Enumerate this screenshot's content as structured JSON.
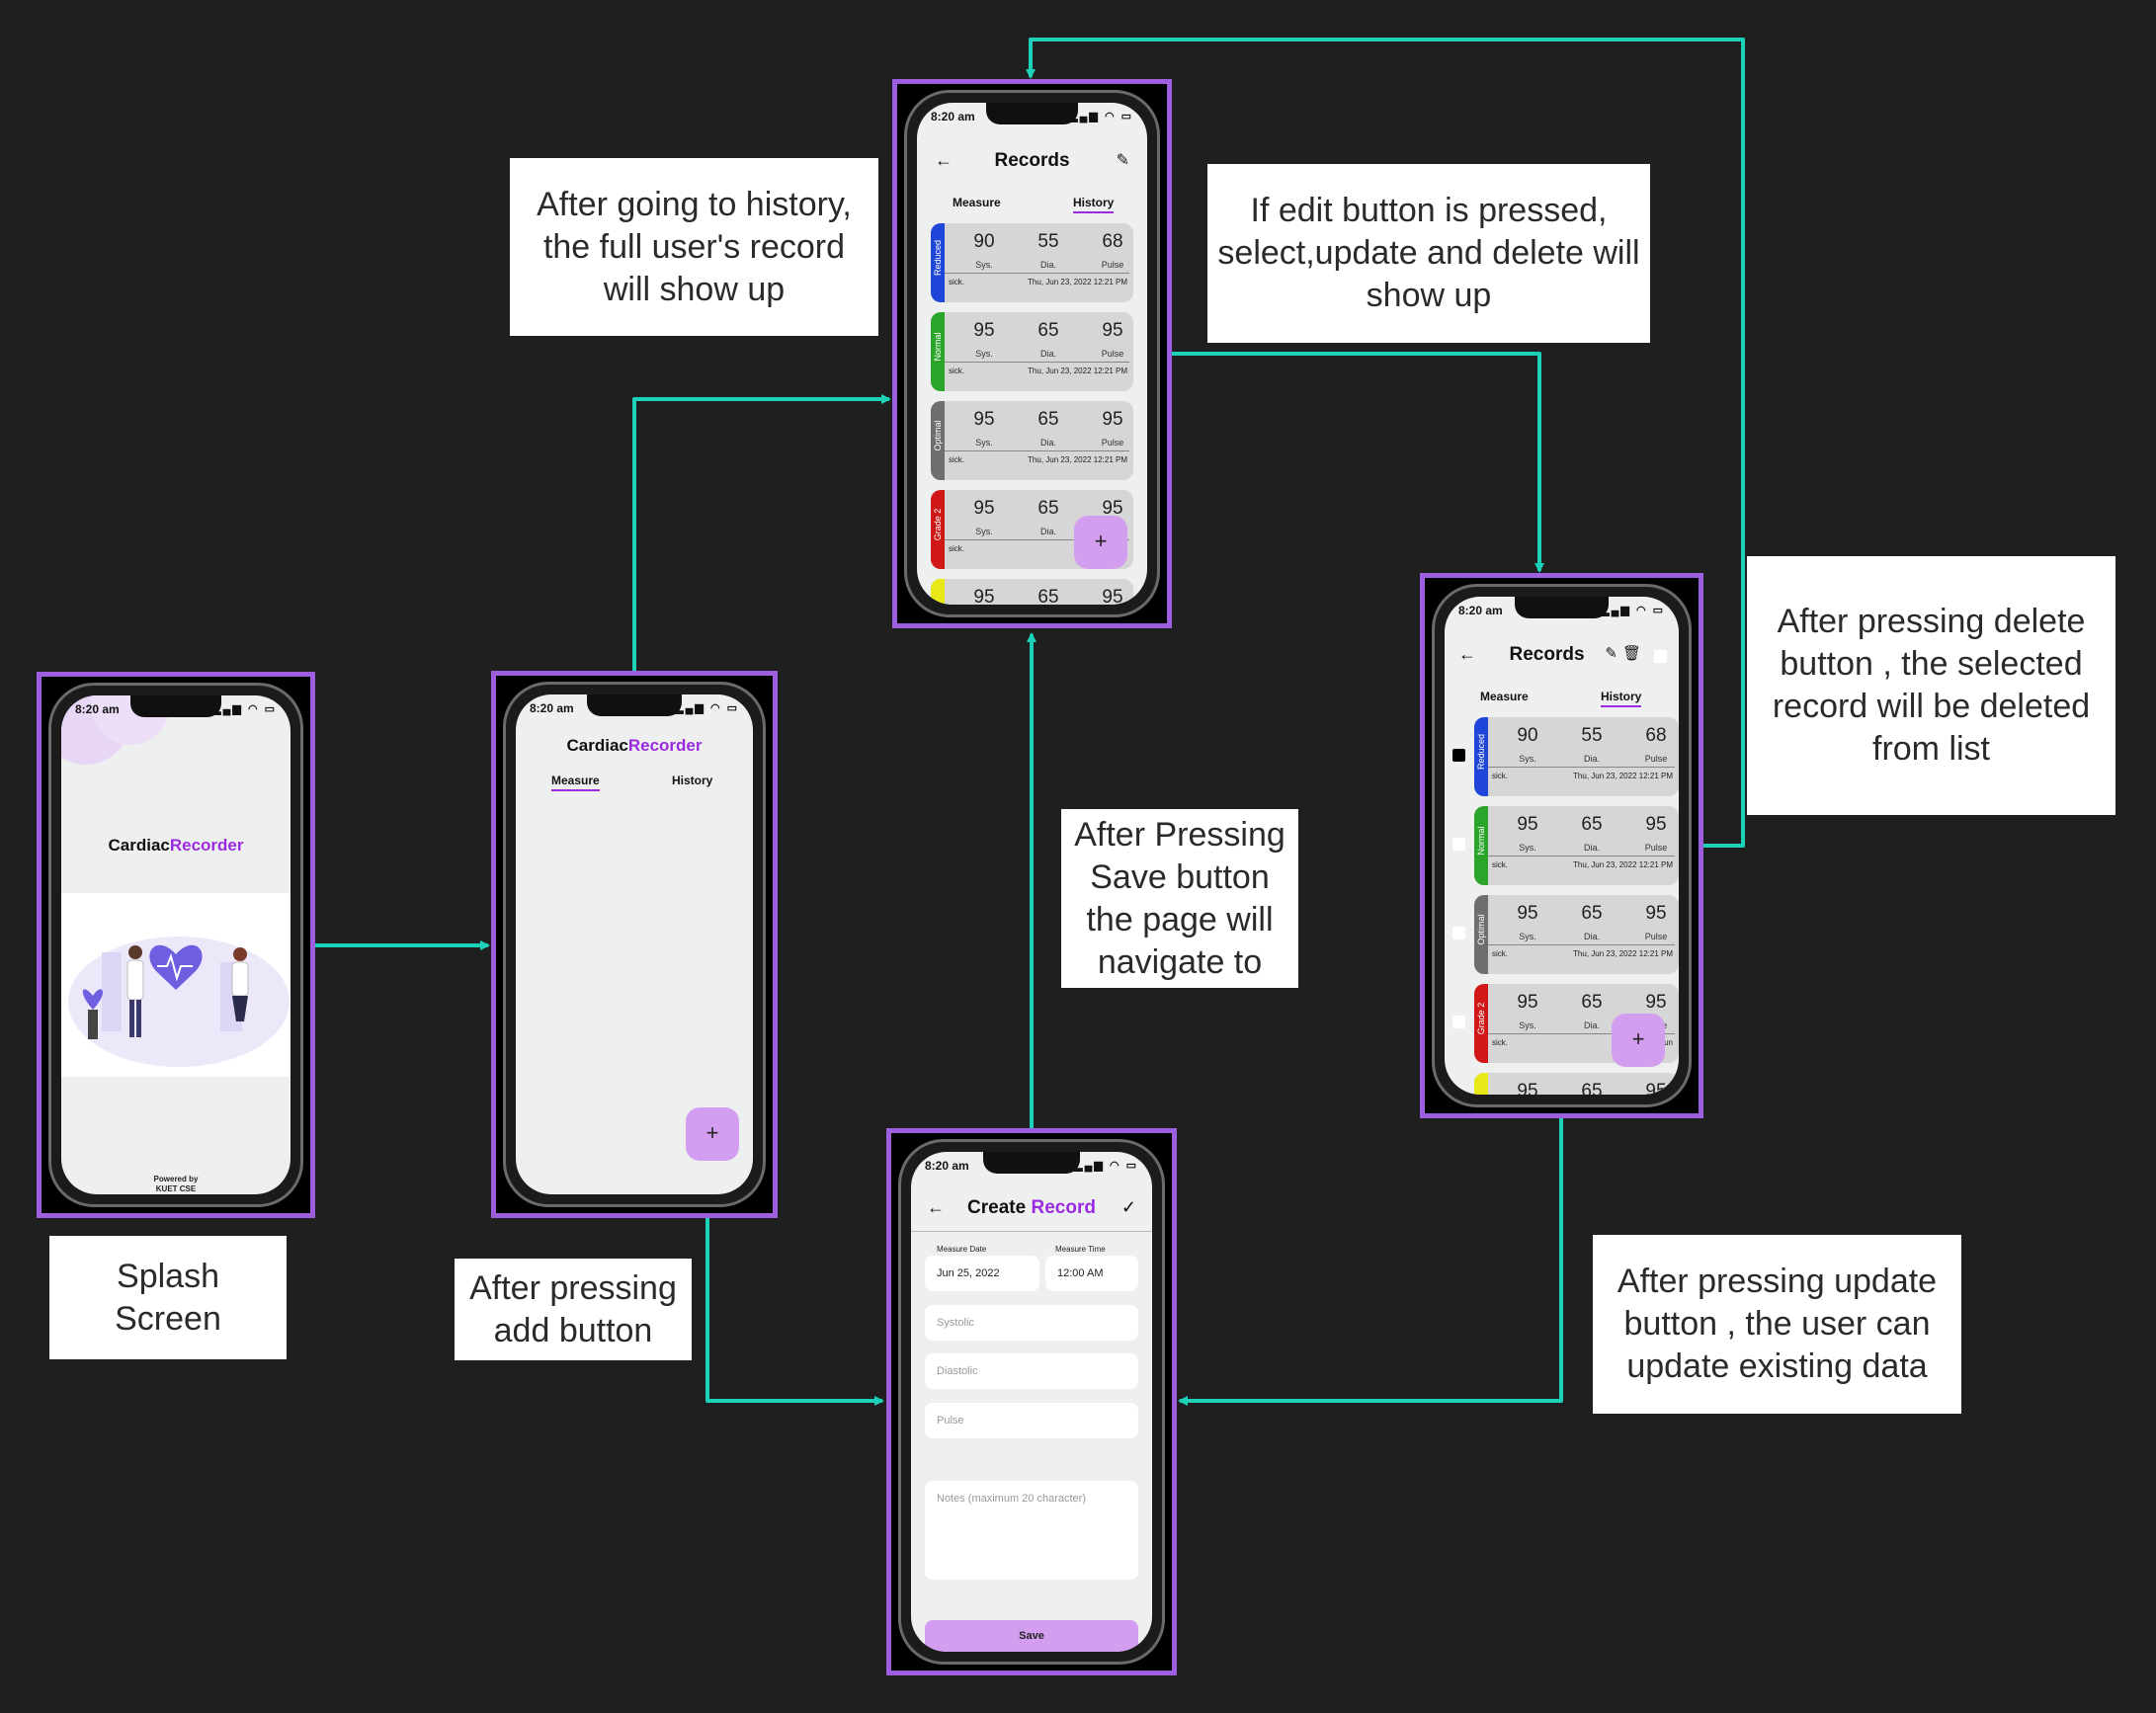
{
  "colors": {
    "canvas": "#1f1f1f",
    "frame_border": "#9d5fe0",
    "arrow": "#1cd1b8",
    "brand_accent": "#9b2be0",
    "fab": "#d39df0",
    "band_reduced": "#1f46d8",
    "band_normal": "#2aa52a",
    "band_optimal": "#6e6e6e",
    "band_grade2": "#d01818",
    "band_yellow": "#e8e816"
  },
  "notes": {
    "splash": "Splash Screen",
    "add": "After pressing add button",
    "history": "After going to history, the full user's record will show up",
    "edit": "If edit button is  pressed, select,update and delete will show up",
    "save": "After Pressing Save button the page will navigate to",
    "update": "After pressing update button , the user can update existing data",
    "delete": "After pressing delete button , the selected record will be deleted from list"
  },
  "status_time": "8:20 am",
  "splash": {
    "brand_a": "Cardiac",
    "brand_b": "Recorder",
    "powered": "Powered by",
    "org": "KUET CSE"
  },
  "measure": {
    "brand_a": "Cardiac",
    "brand_b": "Recorder",
    "tab_measure": "Measure",
    "tab_history": "History",
    "fab": "+"
  },
  "records": {
    "title": "Records",
    "tab_measure": "Measure",
    "tab_history": "History",
    "fab": "+",
    "labels": {
      "sys": "Sys.",
      "dia": "Dia.",
      "pulse": "Pulse"
    },
    "items": [
      {
        "category": "Reduced",
        "sys": "90",
        "dia": "55",
        "pulse": "68",
        "note": "sick.",
        "date": "Thu, Jun 23, 2022  12:21 PM"
      },
      {
        "category": "Normal",
        "sys": "95",
        "dia": "65",
        "pulse": "95",
        "note": "sick.",
        "date": "Thu, Jun 23, 2022  12:21 PM"
      },
      {
        "category": "Optimal",
        "sys": "95",
        "dia": "65",
        "pulse": "95",
        "note": "sick.",
        "date": "Thu, Jun 23, 2022  12:21 PM"
      },
      {
        "category": "Grade 2",
        "sys": "95",
        "dia": "65",
        "pulse": "95",
        "note": "sick.",
        "date": "Thu, Jun 23"
      },
      {
        "category": "",
        "sys": "95",
        "dia": "65",
        "pulse": "95"
      }
    ]
  },
  "edit_records": {
    "title": "Records",
    "tab_measure": "Measure",
    "tab_history": "History",
    "fab": "+",
    "labels": {
      "sys": "Sys.",
      "dia": "Dia.",
      "pulse": "Pulse"
    },
    "items": [
      {
        "category": "Reduced",
        "sys": "90",
        "dia": "55",
        "pulse": "68",
        "note": "sick.",
        "date": "Thu, Jun 23, 2022  12:21 PM",
        "checked": true
      },
      {
        "category": "Normal",
        "sys": "95",
        "dia": "65",
        "pulse": "95",
        "note": "sick.",
        "date": "Thu, Jun 23, 2022  12:21 PM",
        "checked": false
      },
      {
        "category": "Optimal",
        "sys": "95",
        "dia": "65",
        "pulse": "95",
        "note": "sick.",
        "date": "Thu, Jun 23, 2022  12:21 PM",
        "checked": false
      },
      {
        "category": "Grade 2",
        "sys": "95",
        "dia": "65",
        "pulse": "95",
        "note": "sick.",
        "date": "Thu, Jun",
        "checked": false
      },
      {
        "category": "",
        "sys": "95",
        "dia": "65",
        "pulse": "95",
        "checked": false
      }
    ]
  },
  "create": {
    "title_a": "Create",
    "title_b": "Record",
    "date_label": "Measure Date",
    "time_label": "Measure Time",
    "date_value": "Jun 25, 2022",
    "time_value": "12:00 AM",
    "systolic_placeholder": "Systolic",
    "diastolic_placeholder": "Diastolic",
    "pulse_placeholder": "Pulse",
    "notes_placeholder": "Notes (maximum 20 character)",
    "save": "Save"
  }
}
